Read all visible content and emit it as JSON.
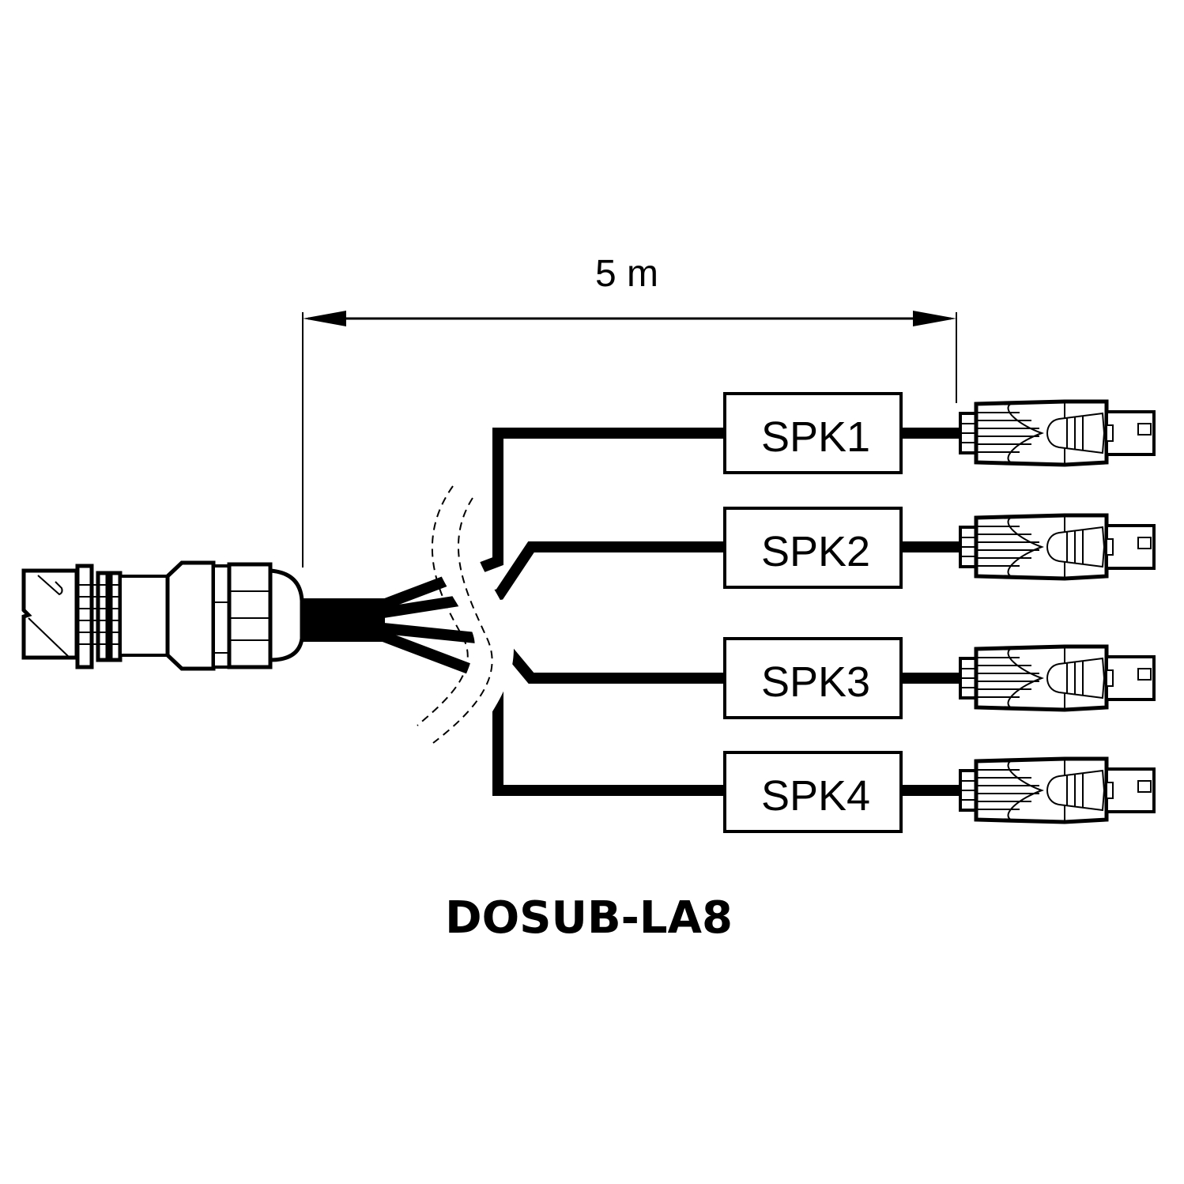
{
  "diagram": {
    "title": "DOSUB-LA8",
    "length_label": "5 m",
    "outputs": [
      {
        "label": "SPK1"
      },
      {
        "label": "SPK2"
      },
      {
        "label": "SPK3"
      },
      {
        "label": "SPK4"
      }
    ],
    "colors": {
      "line": "#000000",
      "background": "#ffffff"
    }
  }
}
